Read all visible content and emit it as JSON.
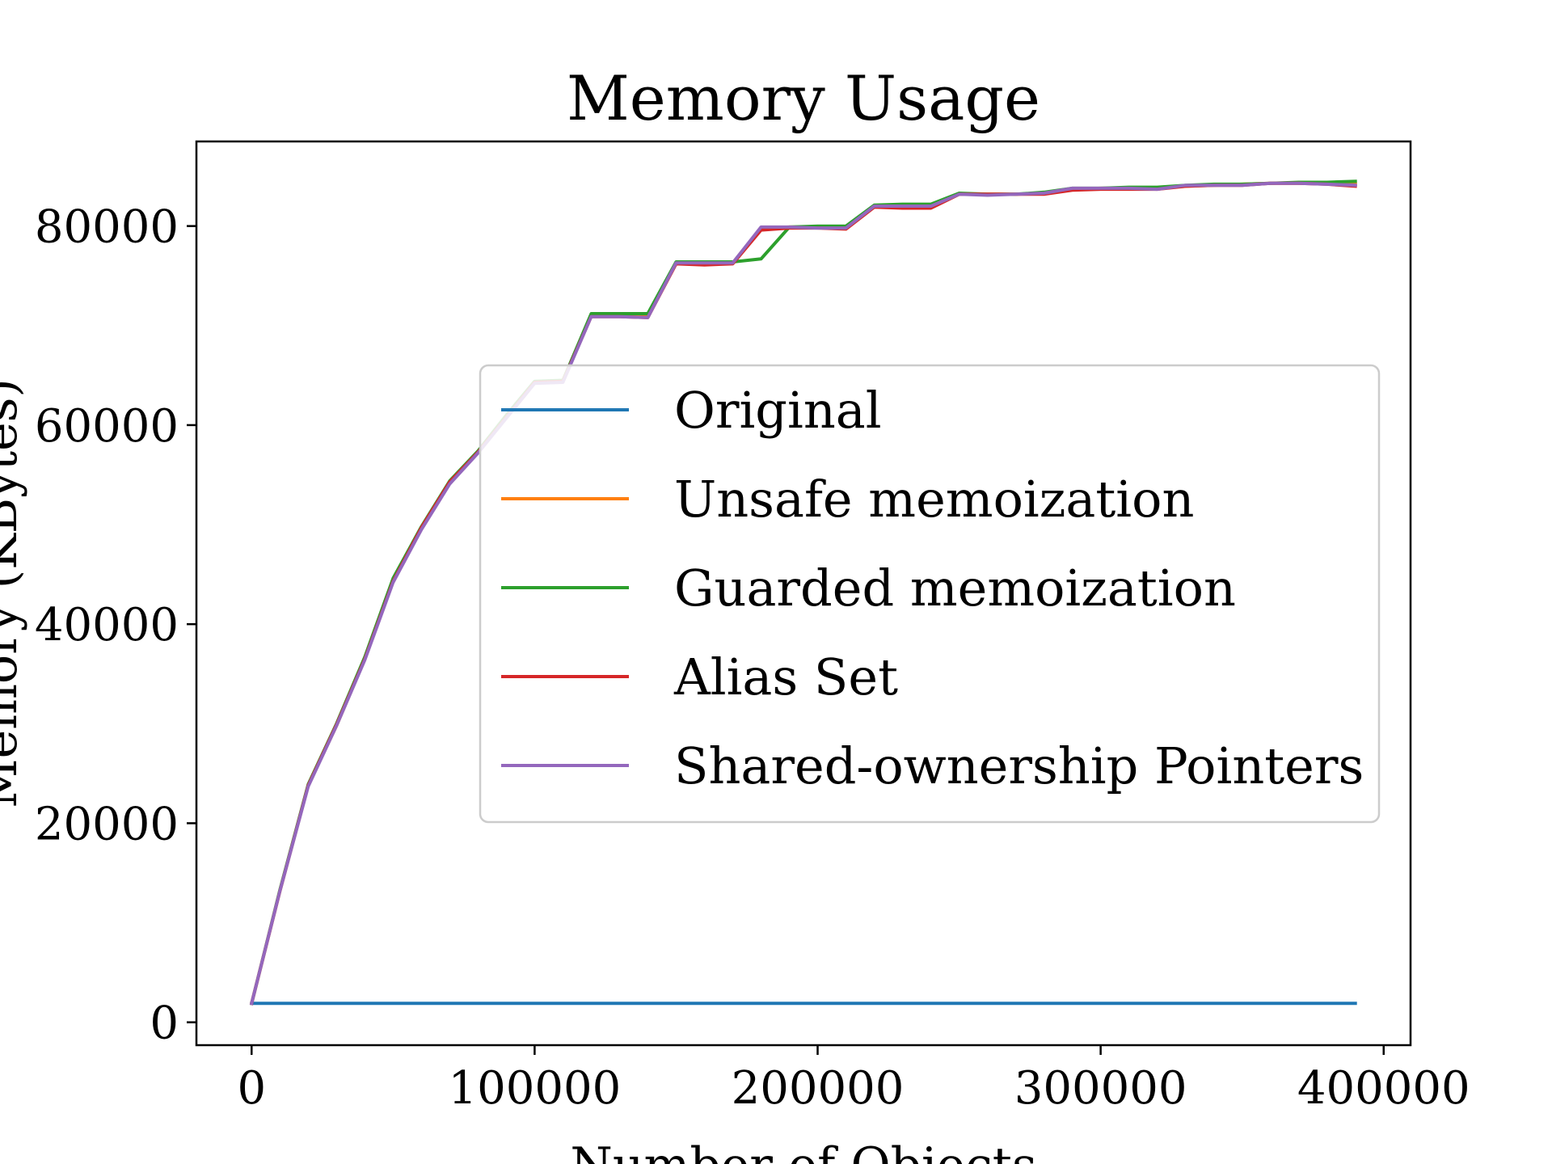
{
  "chart_data": {
    "type": "line",
    "title": "Memory Usage",
    "xlabel": "Number of Objects",
    "ylabel": "Memory (KBytes)",
    "xlim": [
      -19500,
      409500
    ],
    "ylim": [
      -2300,
      88500
    ],
    "xticks": [
      0,
      100000,
      200000,
      300000,
      400000
    ],
    "yticks": [
      0,
      20000,
      40000,
      60000,
      80000
    ],
    "grid": false,
    "legend_position": "center-right",
    "x": [
      0,
      10000,
      20000,
      30000,
      40000,
      50000,
      60000,
      70000,
      80000,
      90000,
      100000,
      110000,
      120000,
      130000,
      140000,
      150000,
      160000,
      170000,
      180000,
      190000,
      200000,
      210000,
      220000,
      230000,
      240000,
      250000,
      260000,
      270000,
      280000,
      290000,
      300000,
      310000,
      320000,
      330000,
      340000,
      350000,
      360000,
      370000,
      380000,
      390000
    ],
    "series": [
      {
        "name": "Original",
        "color": "#1f77b4",
        "values": [
          1900,
          1900,
          1900,
          1900,
          1900,
          1900,
          1900,
          1900,
          1900,
          1900,
          1900,
          1900,
          1900,
          1900,
          1900,
          1900,
          1900,
          1900,
          1900,
          1900,
          1900,
          1900,
          1900,
          1900,
          1900,
          1900,
          1900,
          1900,
          1900,
          1900,
          1900,
          1900,
          1900,
          1900,
          1900,
          1900,
          1900,
          1900,
          1900,
          1900
        ]
      },
      {
        "name": "Unsafe memoization",
        "color": "#ff7f0e",
        "values": [
          1900,
          13200,
          23800,
          29800,
          36500,
          44300,
          49600,
          54200,
          57300,
          60800,
          64300,
          64400,
          71000,
          71000,
          70900,
          76300,
          76200,
          76300,
          79800,
          79900,
          79900,
          79800,
          82000,
          81900,
          81900,
          83200,
          83200,
          83200,
          83300,
          83700,
          83800,
          83800,
          83800,
          84000,
          84100,
          84200,
          84300,
          84300,
          84300,
          84200
        ]
      },
      {
        "name": "Guarded memoization",
        "color": "#2ca02c",
        "values": [
          1900,
          13300,
          23900,
          30000,
          36700,
          44600,
          49800,
          54400,
          57400,
          61000,
          64400,
          64500,
          71200,
          71200,
          71200,
          76400,
          76400,
          76400,
          76700,
          79900,
          80000,
          80000,
          82100,
          82200,
          82200,
          83300,
          83200,
          83200,
          83400,
          83800,
          83800,
          83900,
          83900,
          84100,
          84200,
          84200,
          84300,
          84400,
          84400,
          84500
        ]
      },
      {
        "name": "Alias Set",
        "color": "#d62728",
        "values": [
          1900,
          13200,
          23800,
          29900,
          36500,
          44300,
          49700,
          54300,
          57300,
          60800,
          64300,
          64400,
          70900,
          70900,
          70800,
          76200,
          76100,
          76200,
          79600,
          79800,
          79800,
          79700,
          81900,
          81800,
          81800,
          83200,
          83200,
          83200,
          83200,
          83600,
          83700,
          83700,
          83700,
          84000,
          84100,
          84100,
          84300,
          84300,
          84200,
          84000
        ]
      },
      {
        "name": "Shared-ownership Pointers",
        "color": "#9467bd",
        "values": [
          1900,
          13200,
          23700,
          29800,
          36400,
          44200,
          49500,
          54100,
          57200,
          60700,
          64200,
          64300,
          70900,
          70900,
          70800,
          76300,
          76300,
          76300,
          79900,
          79900,
          79800,
          79800,
          82000,
          82000,
          82000,
          83200,
          83100,
          83200,
          83300,
          83800,
          83800,
          83800,
          83700,
          84100,
          84100,
          84100,
          84300,
          84300,
          84200,
          84100
        ]
      }
    ]
  }
}
